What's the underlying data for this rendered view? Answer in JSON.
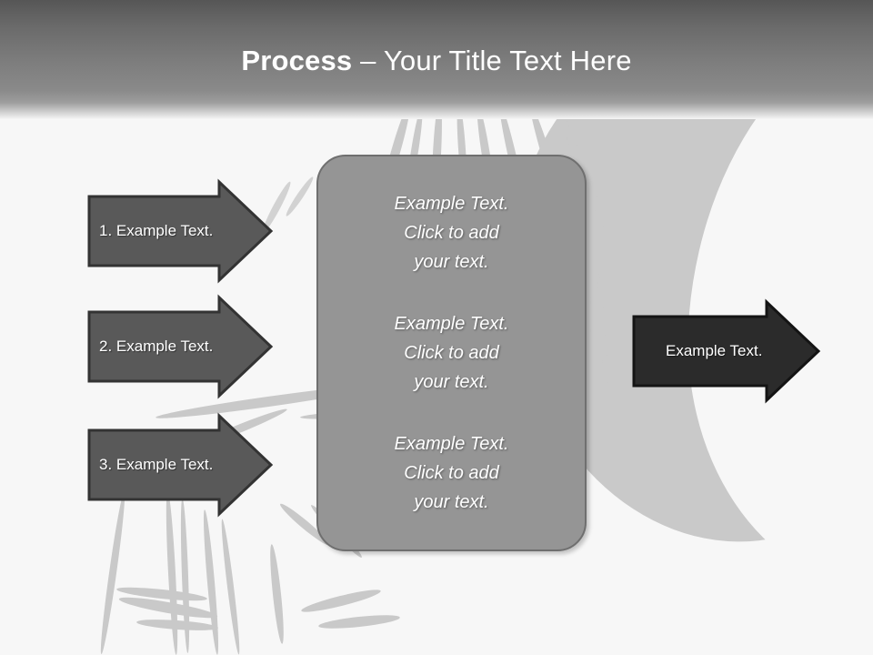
{
  "slide": {
    "title_bold": "Process",
    "title_rest": " – Your Title Text Here",
    "title_full": "Process – Your Title Text Here"
  },
  "colors": {
    "header_top": "#565656",
    "header_bottom": "#f5f5f5",
    "background": "#f7f7f7",
    "watermark": "#c6c6c6",
    "input_arrow_fill": "#595959",
    "input_arrow_border": "#333333",
    "output_arrow_fill": "#2b2b2b",
    "output_arrow_border": "#141414",
    "panel_fill": "#959595",
    "panel_border": "#6f6f6f",
    "text": "#ffffff"
  },
  "input_arrows": [
    {
      "label": "1. Example Text.",
      "icon": "right-arrow-icon"
    },
    {
      "label": "2. Example Text.",
      "icon": "right-arrow-icon"
    },
    {
      "label": "3. Example Text.",
      "icon": "right-arrow-icon"
    }
  ],
  "center_panel": {
    "blocks": [
      {
        "line1": "Example Text.",
        "line2": "Click  to add",
        "line3": "your text."
      },
      {
        "line1": "Example Text.",
        "line2": "Click  to add",
        "line3": "your text."
      },
      {
        "line1": "Example Text.",
        "line2": "Click  to add",
        "line3": "your text."
      }
    ]
  },
  "output_arrow": {
    "label": "Example Text.",
    "icon": "right-arrow-icon"
  }
}
